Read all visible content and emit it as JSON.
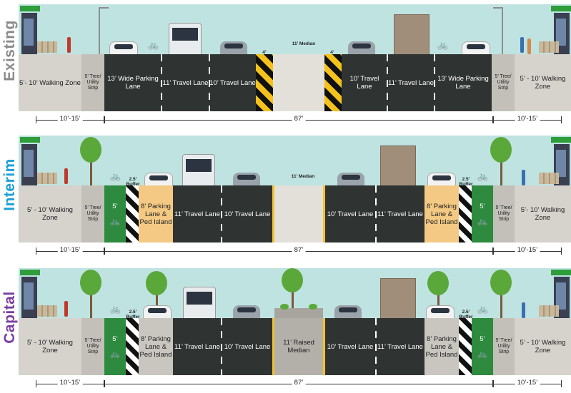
{
  "colors": {
    "existing": "#8a8a8a",
    "interim": "#1aa0d8",
    "capital": "#7b3ea0",
    "road": "#2f3432",
    "sidewalk": "#d6d3cd",
    "bike": "#2d8a3e",
    "parking_island": "#f3c983",
    "median": "#c9c6c0"
  },
  "icons": [
    "building-icon",
    "tree-icon",
    "car-icon",
    "bus-icon",
    "truck-icon",
    "pedestrian-icon",
    "bicycle-icon",
    "bench-icon",
    "street-lamp-icon"
  ],
  "sections": [
    {
      "id": "existing",
      "label": "Existing",
      "segments": [
        {
          "text": "5’- 10’ Walking Zone"
        },
        {
          "text": "5’ Tree/ Utility Strip"
        },
        {
          "text": "13’ Wide Parking Lane"
        },
        {
          "text": "11’ Travel Lane"
        },
        {
          "text": "10’ Travel Lane"
        },
        {
          "text": "4’"
        },
        {
          "text": "11’ Median"
        },
        {
          "text": "4’"
        },
        {
          "text": "10’ Travel Lane"
        },
        {
          "text": "11’ Travel Lane"
        },
        {
          "text": "13’ Wide Parking Lane"
        },
        {
          "text": "5’ Tree/ Utility Strip"
        },
        {
          "text": "5’ - 10’ Walking Zone"
        }
      ],
      "dims": [
        "10’-15’",
        "87’",
        "10’-15’"
      ]
    },
    {
      "id": "interim",
      "label": "Interim",
      "segments": [
        {
          "text": "5’ - 10’ Walking Zone"
        },
        {
          "text": "5’ Tree/ Utility Strip"
        },
        {
          "text": "5’"
        },
        {
          "text": "2.5’ Buffer"
        },
        {
          "text": "8’ Parking Lane & Ped Island"
        },
        {
          "text": "11’ Travel Lane"
        },
        {
          "text": "10’ Travel Lane"
        },
        {
          "text": "11’ Median"
        },
        {
          "text": "10’ Travel Lane"
        },
        {
          "text": "11’ Travel Lane"
        },
        {
          "text": "8’ Parking Lane & Ped Island"
        },
        {
          "text": "2.5’ Buffer"
        },
        {
          "text": "5’"
        },
        {
          "text": "5’ Tree/ Utility Strip"
        },
        {
          "text": "5’- 10’ Walking Zone"
        }
      ],
      "dims": [
        "10’-15’",
        "87’",
        "10’-15’"
      ]
    },
    {
      "id": "capital",
      "label": "Capital",
      "segments": [
        {
          "text": "5’ - 10’ Walking Zone"
        },
        {
          "text": "5’ Tree/ Utility Strip"
        },
        {
          "text": "5’"
        },
        {
          "text": "2.5’ Buffer"
        },
        {
          "text": "8’ Parking Lane & Ped Island"
        },
        {
          "text": "11’ Travel Lane"
        },
        {
          "text": "10’ Travel Lane"
        },
        {
          "text": "11’ Raised Median"
        },
        {
          "text": "10’ Travel Lane"
        },
        {
          "text": "11’ Travel Lane"
        },
        {
          "text": "8’ Parking Lane & Ped Island"
        },
        {
          "text": "2.5’ Buffer"
        },
        {
          "text": "5’"
        },
        {
          "text": "5’ Tree/ Utility Strip"
        },
        {
          "text": "5’ - 10’ Walking Zone"
        }
      ],
      "dims": [
        "10’-15’",
        "87’",
        "10’-15’"
      ]
    }
  ]
}
